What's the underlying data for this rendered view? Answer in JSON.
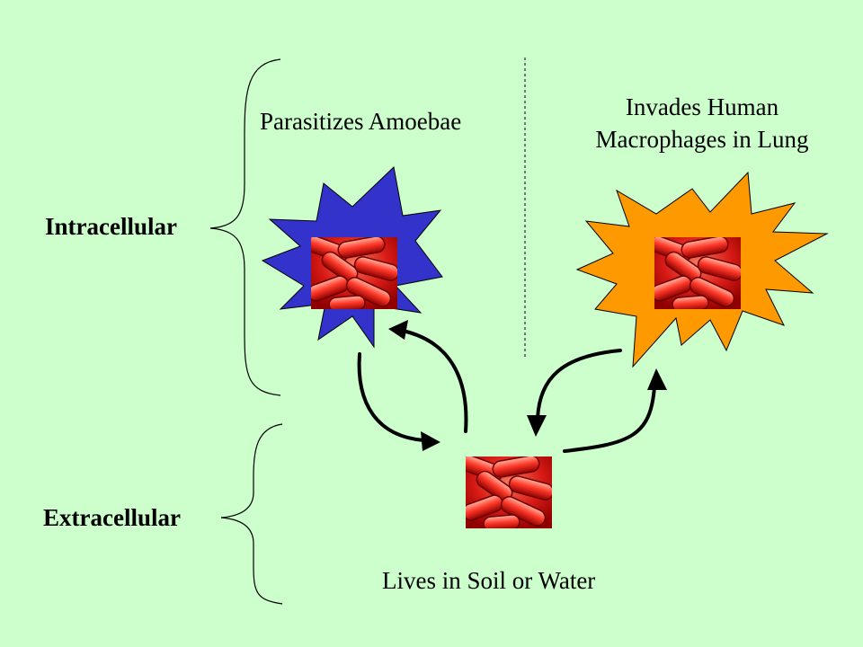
{
  "slide": {
    "background": "#ccffcc",
    "labels": {
      "intracellular": "Intracellular",
      "extracellular": "Extracellular",
      "parasitizes": "Parasitizes Amoebae",
      "invades_line1": "Invades Human",
      "invades_line2": "Macrophages in Lung",
      "lives": "Lives in Soil or Water"
    },
    "colors": {
      "amoeba": "#3333cc",
      "macrophage": "#ff9900",
      "bacteria": "#cc1111",
      "arrow": "#000000"
    },
    "icons": {
      "amoeba": "starburst-icon",
      "macrophage": "starburst-icon",
      "bacteria": "bacteria-cluster-icon"
    }
  }
}
